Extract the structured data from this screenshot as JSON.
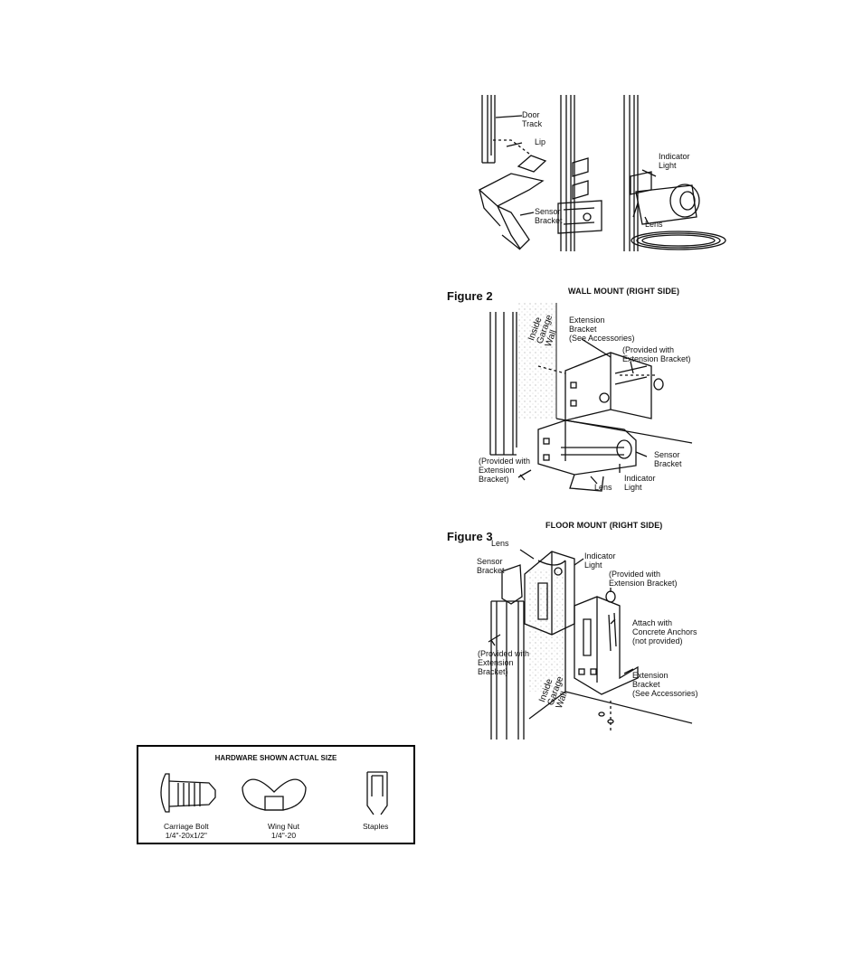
{
  "figure1": {
    "labels": {
      "door_track": "Door\nTrack",
      "lip": "Lip",
      "sensor_bracket": "Sensor\nBracket",
      "indicator_light": "Indicator\nLight",
      "lens": "Lens"
    }
  },
  "figure2": {
    "title": "Figure 2",
    "caption": "WALL MOUNT (RIGHT SIDE)",
    "labels": {
      "inside_garage_wall": "Inside\nGarage\nWall",
      "extension_bracket": "Extension\nBracket\n(See Accessories)",
      "provided_top": "(Provided with\nExtension Bracket)",
      "sensor_bracket": "Sensor\nBracket",
      "indicator_light": "Indicator\nLight",
      "lens": "Lens",
      "provided_left": "(Provided with\nExtension\nBracket)"
    }
  },
  "figure3": {
    "title": "Figure 3",
    "caption": "FLOOR MOUNT (RIGHT SIDE)",
    "labels": {
      "lens": "Lens",
      "indicator_light": "Indicator\nLight",
      "sensor_bracket": "Sensor\nBracket",
      "provided_top": "(Provided with\nExtension Bracket)",
      "attach": "Attach with\nConcrete Anchors\n(not provided)",
      "provided_left": "(Provided with\nExtension\nBracket)",
      "inside_garage_wall": "Inside\nGarage\nWall",
      "extension_bracket": "Extension\nBracket\n(See Accessories)"
    }
  },
  "hardware": {
    "title": "HARDWARE SHOWN ACTUAL SIZE",
    "items": [
      {
        "name": "Carriage Bolt\n1/4\"-20x1/2\""
      },
      {
        "name": "Wing Nut\n1/4\"-20"
      },
      {
        "name": "Staples"
      }
    ]
  }
}
